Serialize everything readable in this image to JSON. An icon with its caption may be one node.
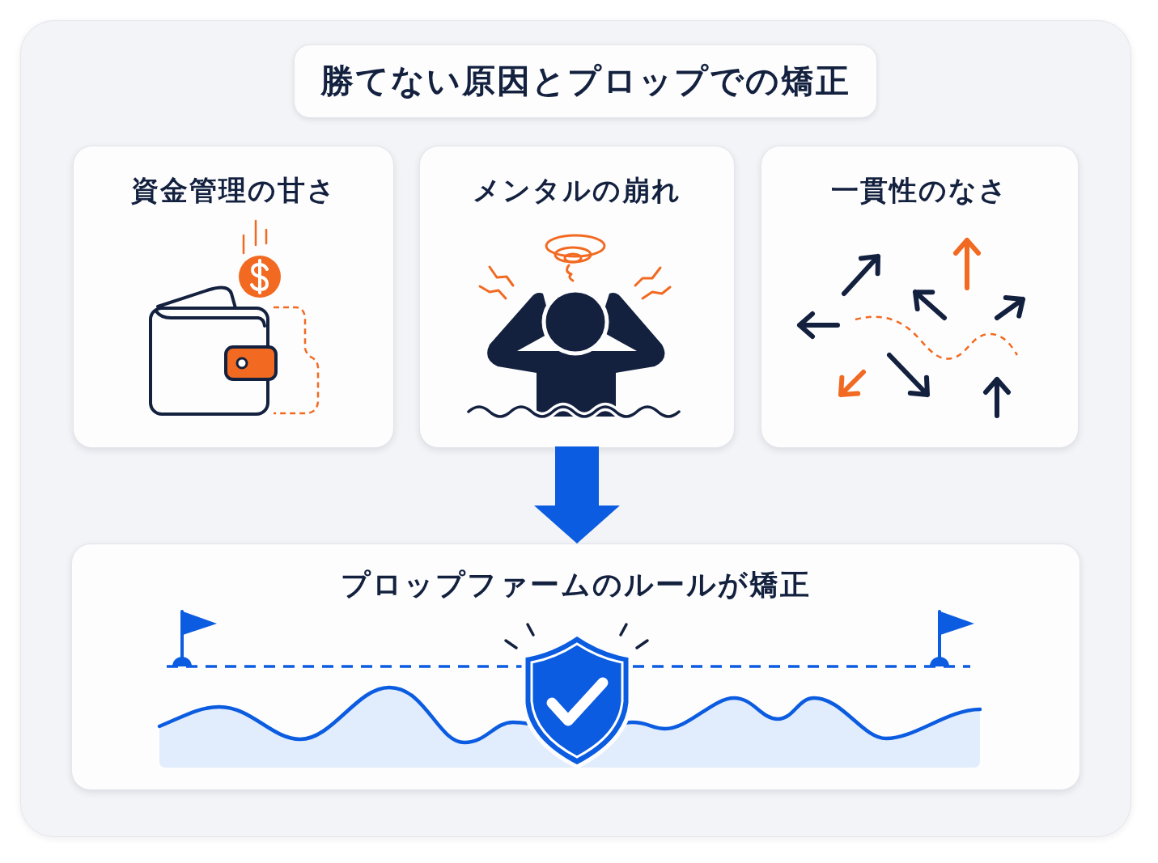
{
  "diagram": {
    "title": "勝てない原因とプロップでの矯正",
    "nodes": [
      {
        "text": [
          "資金管理の甘さ"
        ]
      },
      {
        "text": [
          "メンタルの崩れ"
        ]
      },
      {
        "text": [
          "一貫性のなさ"
        ]
      },
      {
        "text": [
          "プロップファームのルールが矯正"
        ]
      }
    ],
    "edges": [
      {
        "from": 1,
        "to": 3,
        "arrow": "to"
      }
    ]
  }
}
